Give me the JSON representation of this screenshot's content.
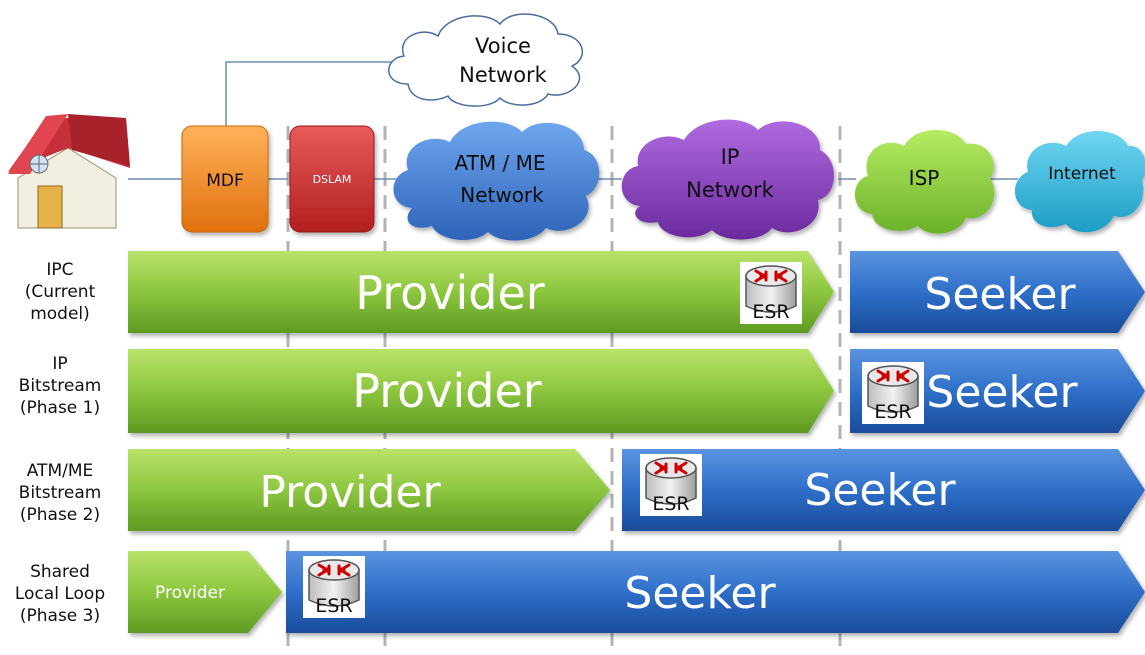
{
  "network": {
    "voice_network": [
      "Voice",
      "Network"
    ],
    "mdf": "MDF",
    "dslam": "DSLAM",
    "atm_me": [
      "ATM / ME",
      "Network"
    ],
    "ip_network": [
      "IP",
      "Network"
    ],
    "isp": "ISP",
    "internet": "Internet"
  },
  "rows": [
    {
      "label": [
        "IPC",
        "(Current",
        "model)"
      ],
      "provider": "Provider",
      "seeker": "Seeker",
      "esr": "ESR"
    },
    {
      "label": [
        "IP",
        "Bitstream",
        "(Phase 1)"
      ],
      "provider": "Provider",
      "seeker": "Seeker",
      "esr": "ESR"
    },
    {
      "label": [
        "ATM/ME",
        "Bitstream",
        "(Phase 2)"
      ],
      "provider": "Provider",
      "seeker": "Seeker",
      "esr": "ESR"
    },
    {
      "label": [
        "Shared",
        "Local Loop",
        "(Phase 3)"
      ],
      "provider": "Provider",
      "seeker": "Seeker",
      "esr": "ESR"
    }
  ],
  "colors": {
    "provider_green": "#8cc63f",
    "seeker_blue": "#2e6fc9",
    "mdf_orange": "#f5861f",
    "dslam_red": "#cf3333",
    "atm_blue": "#3f7fd4",
    "ip_purple": "#8a3fc0",
    "isp_green": "#8fd13a",
    "internet_cyan": "#33b8e0"
  }
}
